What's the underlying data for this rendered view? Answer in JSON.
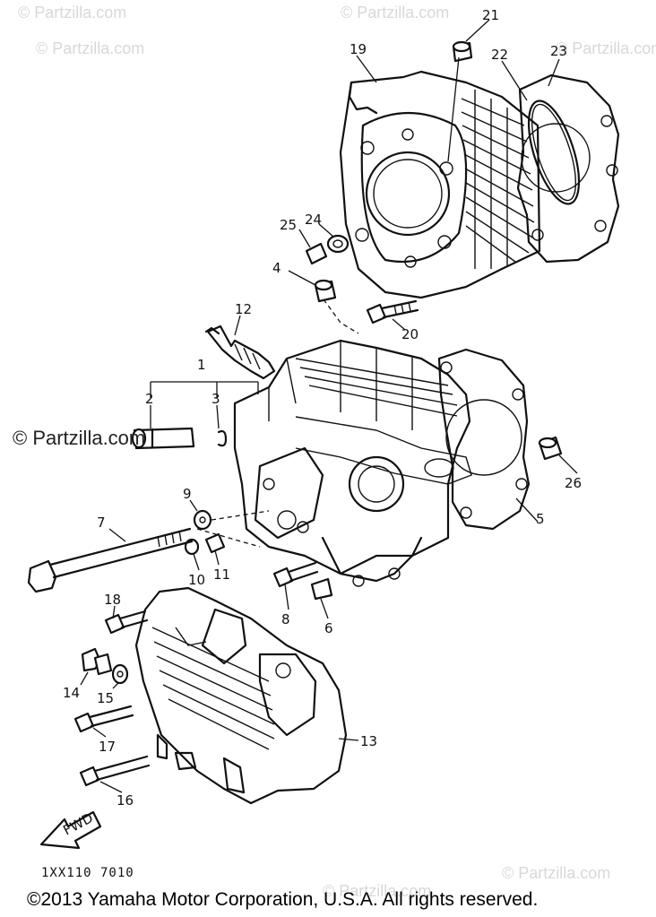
{
  "watermark": "© Partzilla.com",
  "callouts": [
    {
      "id": "1",
      "label": "1"
    },
    {
      "id": "2",
      "label": "2"
    },
    {
      "id": "3",
      "label": "3"
    },
    {
      "id": "4",
      "label": "4"
    },
    {
      "id": "5",
      "label": "5"
    },
    {
      "id": "6",
      "label": "6"
    },
    {
      "id": "7",
      "label": "7"
    },
    {
      "id": "8",
      "label": "8"
    },
    {
      "id": "9",
      "label": "9"
    },
    {
      "id": "10",
      "label": "10"
    },
    {
      "id": "11",
      "label": "11"
    },
    {
      "id": "12",
      "label": "12"
    },
    {
      "id": "13",
      "label": "13"
    },
    {
      "id": "14",
      "label": "14"
    },
    {
      "id": "15",
      "label": "15"
    },
    {
      "id": "16",
      "label": "16"
    },
    {
      "id": "17",
      "label": "17"
    },
    {
      "id": "18",
      "label": "18"
    },
    {
      "id": "19",
      "label": "19"
    },
    {
      "id": "20",
      "label": "20"
    },
    {
      "id": "21",
      "label": "21"
    },
    {
      "id": "22",
      "label": "22"
    },
    {
      "id": "23",
      "label": "23"
    },
    {
      "id": "24",
      "label": "24"
    },
    {
      "id": "25",
      "label": "25"
    },
    {
      "id": "26",
      "label": "26"
    }
  ],
  "fwd_label": "FWD",
  "diagram_code": "1XX110 7010",
  "copyright": "©2013  Yamaha Motor Corporation, U.S.A. All rights reserved."
}
